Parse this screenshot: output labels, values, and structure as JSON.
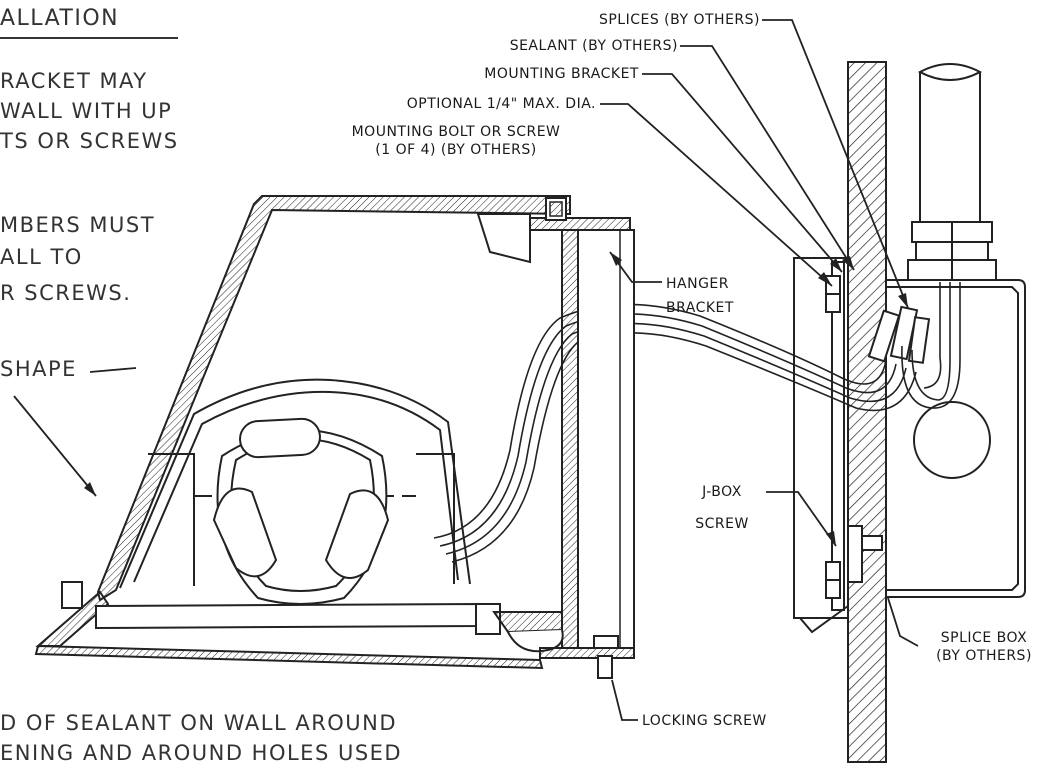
{
  "notes": {
    "title": "ALLATION",
    "note1": [
      "RACKET MAY",
      "WALL WITH UP",
      "TS OR SCREWS"
    ],
    "note2": [
      "MBERS MUST",
      "ALL TO",
      "R SCREWS."
    ],
    "shape": "SHAPE",
    "note3": [
      "D OF SEALANT ON WALL AROUND",
      "ENING AND AROUND HOLES USED"
    ]
  },
  "callouts": {
    "splices": "SPLICES (BY OTHERS)",
    "sealant": "SEALANT (BY OTHERS)",
    "mounting_bracket": "MOUNTING BRACKET",
    "optional_bolt": [
      "OPTIONAL 1/4\" MAX. DIA.",
      "MOUNTING BOLT OR SCREW",
      "(1 OF 4) (BY OTHERS)"
    ],
    "hanger_bracket": [
      "HANGER",
      "BRACKET"
    ],
    "jbox_screw": [
      "J-BOX",
      "SCREW"
    ],
    "splice_box": [
      "SPLICE BOX",
      "(BY OTHERS)"
    ],
    "locking_screw": "LOCKING SCREW"
  }
}
